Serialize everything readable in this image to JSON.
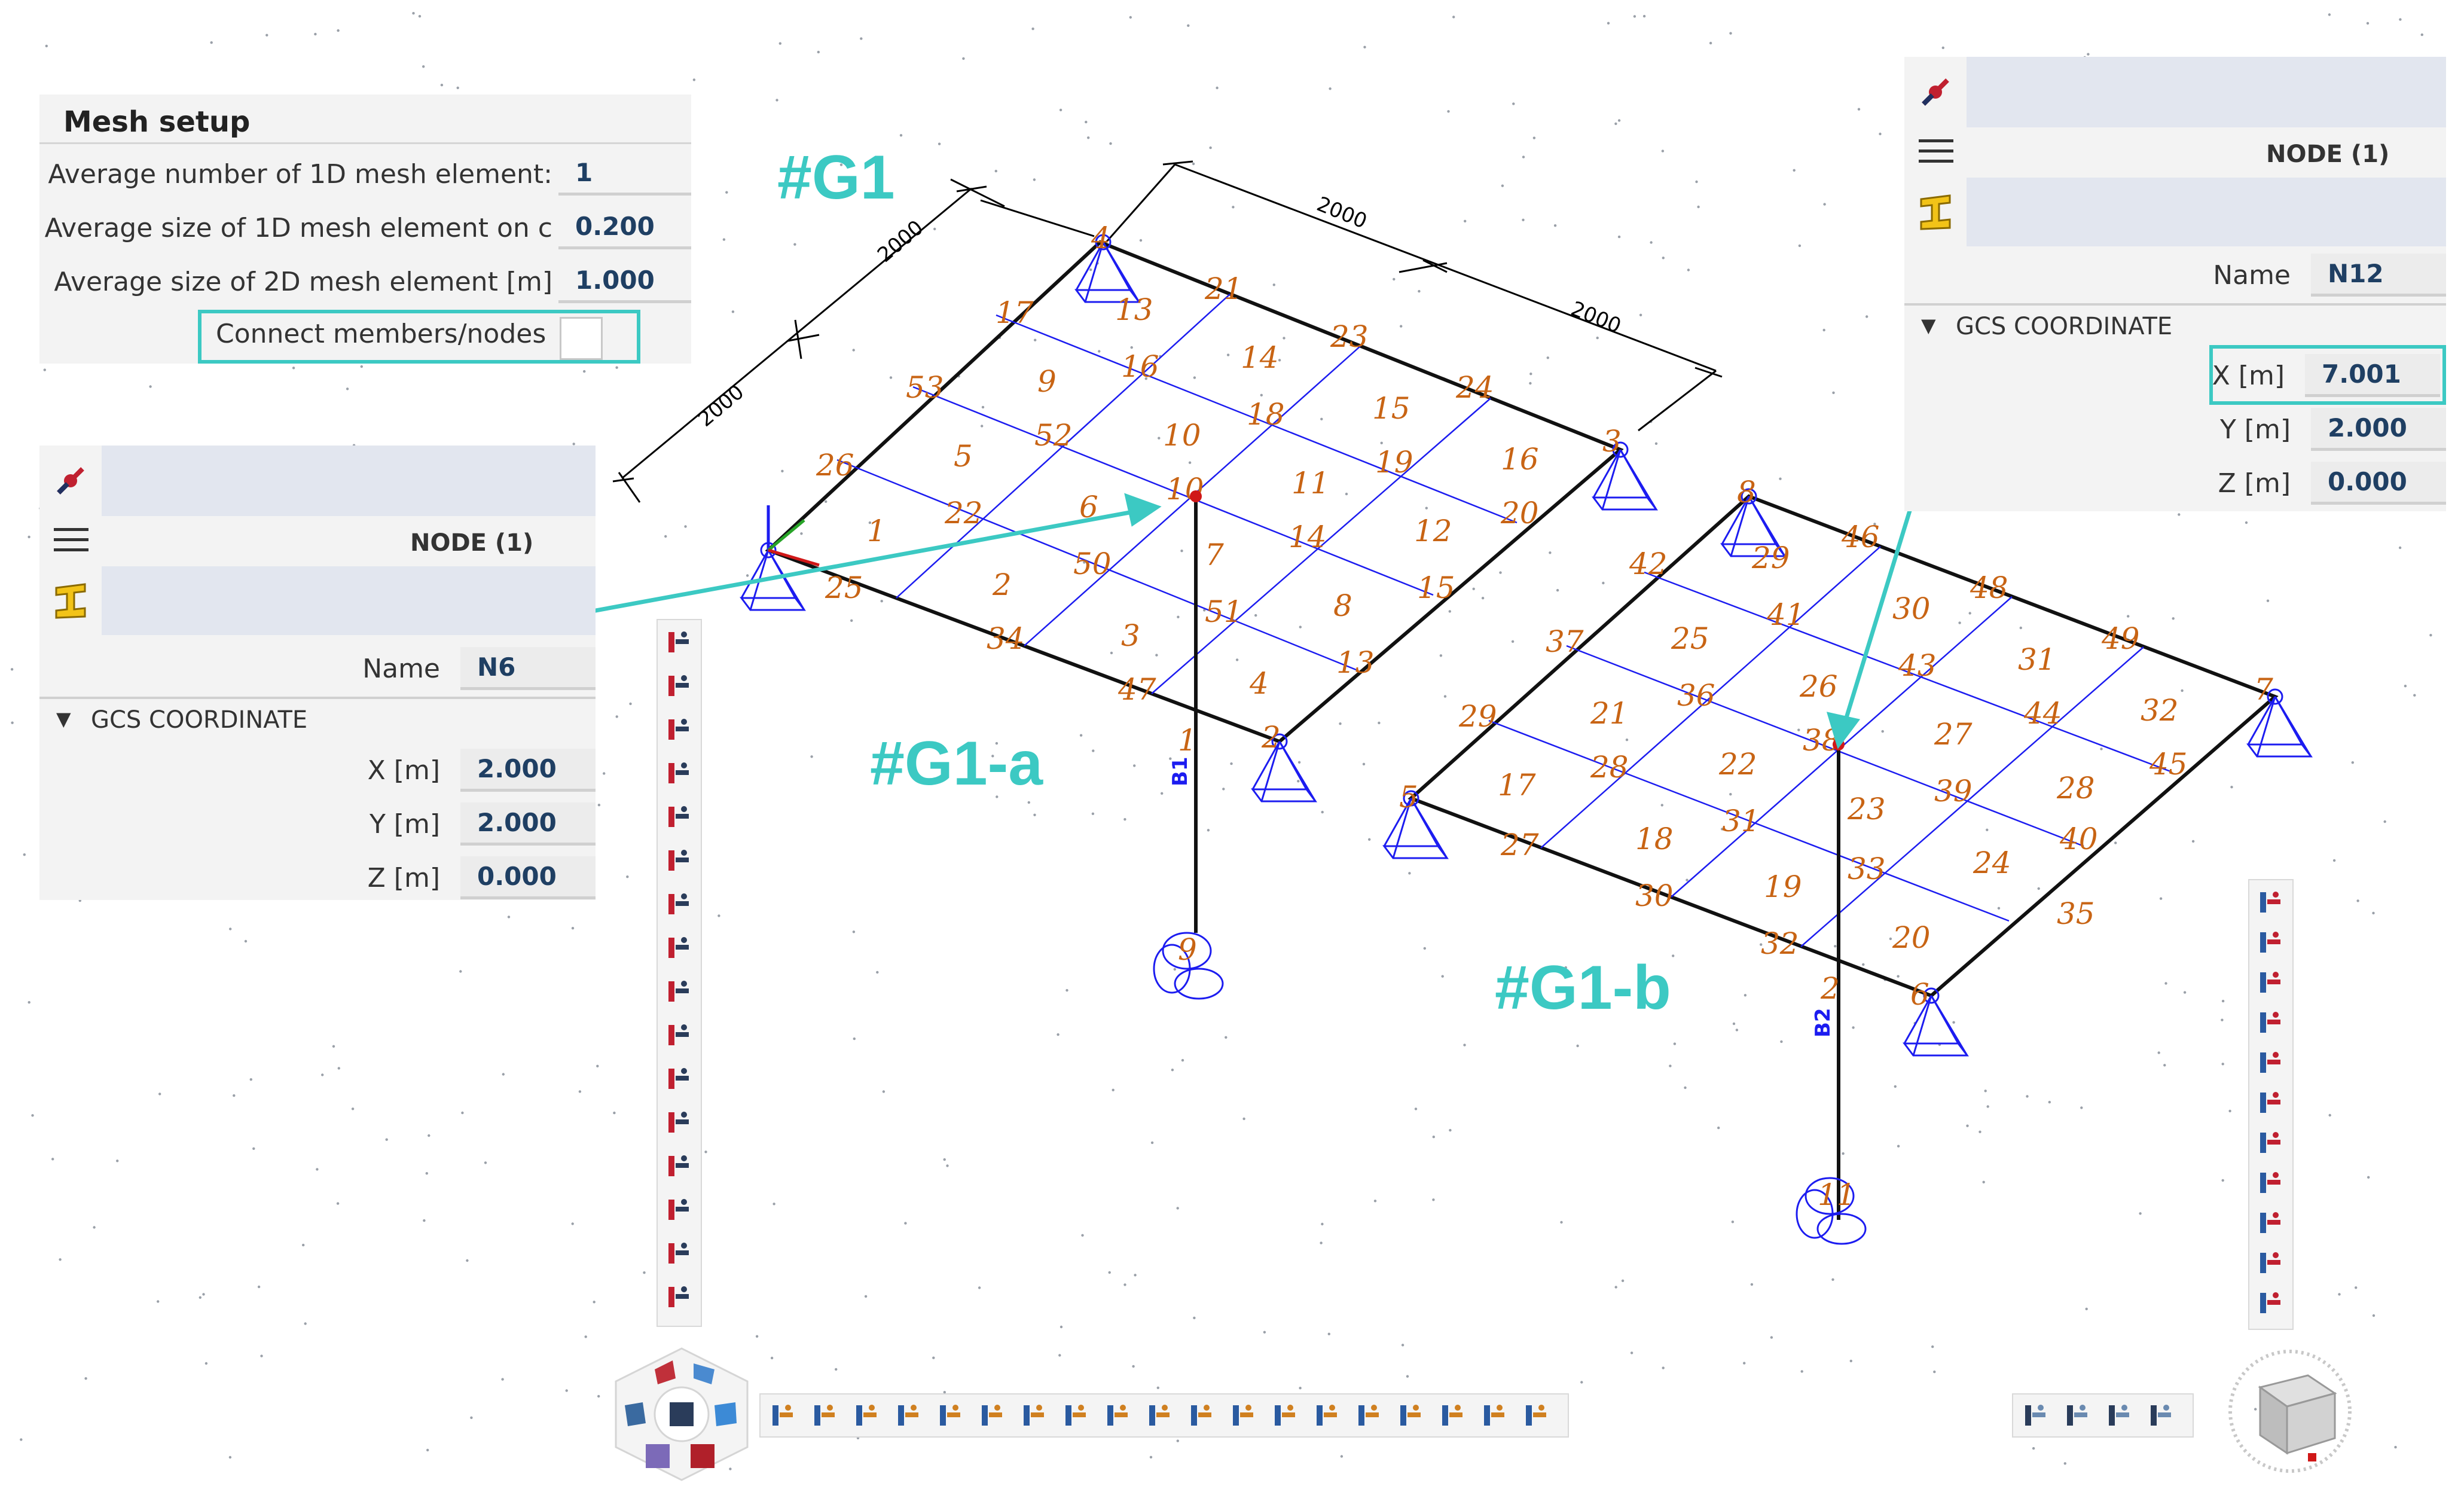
{
  "mesh_setup": {
    "title": "Mesh setup",
    "rows": [
      {
        "label": "Average number of 1D mesh element:",
        "value": "1"
      },
      {
        "label": "Average size of 1D mesh element on c",
        "value": "0.200"
      },
      {
        "label": "Average size of 2D mesh element [m]",
        "value": "1.000"
      }
    ],
    "connect_label": "Connect members/nodes"
  },
  "node_panel_left": {
    "title": "NODE (1)",
    "name_label": "Name",
    "name_value": "N6",
    "section": "GCS COORDINATE",
    "x_label": "X [m]",
    "x_value": "2.000",
    "y_label": "Y [m]",
    "y_value": "2.000",
    "z_label": "Z [m]",
    "z_value": "0.000"
  },
  "node_panel_right": {
    "title": "NODE (1)",
    "name_label": "Name",
    "name_value": "N12",
    "section": "GCS COORDINATE",
    "x_label": "X [m]",
    "x_value": "7.001",
    "y_label": "Y [m]",
    "y_value": "2.000",
    "z_label": "Z [m]",
    "z_value": "0.000"
  },
  "group_labels": {
    "g1": "#G1",
    "g1a": "#G1-a",
    "g1b": "#G1-b"
  },
  "dimensions": {
    "d1": "2000",
    "d2": "2000",
    "d3": "2000",
    "d4": "2000"
  },
  "beam_labels": {
    "b1": "B1",
    "b2": "B2"
  },
  "colors": {
    "accent": "#3cc9c3",
    "mesh": "#1c1cf0",
    "labels": "#c86414",
    "edge": "#111111",
    "value_text": "#1f3f63"
  },
  "icons": {
    "left_toolbar": [
      "member-icon",
      "add-member-icon",
      "split-icon",
      "rotate-icon",
      "align-icon",
      "brush-icon",
      "arch-icon",
      "frame-icon",
      "slab-icon",
      "support-icon",
      "grid-icon",
      "layers-icon",
      "section-icon",
      "check-icon",
      "delete-icon",
      "axis-icon"
    ],
    "right_toolbar": [
      "column-icon",
      "beam-icon",
      "user-node-icon",
      "dimension-icon",
      "database-icon",
      "support-edit-icon",
      "profile-icon",
      "mesh-points-icon",
      "validate-icon",
      "list-icon",
      "eye-icon"
    ],
    "bottom_toolbar": [
      "structure-icon",
      "loads-icon",
      "results-icon",
      "point-icon",
      "member-load-icon",
      "moment-icon",
      "free-icon",
      "line-icon",
      "plate-icon",
      "color-map-icon",
      "deform-icon",
      "diagram-icon",
      "iso-icon",
      "surface-icon",
      "frame-icon",
      "beam-icon",
      "report-icon",
      "print-icon",
      "ruler-icon"
    ],
    "view_toolbar": [
      "zoom-icon",
      "cube-icon",
      "eye-view-icon",
      "hide-icon"
    ]
  }
}
